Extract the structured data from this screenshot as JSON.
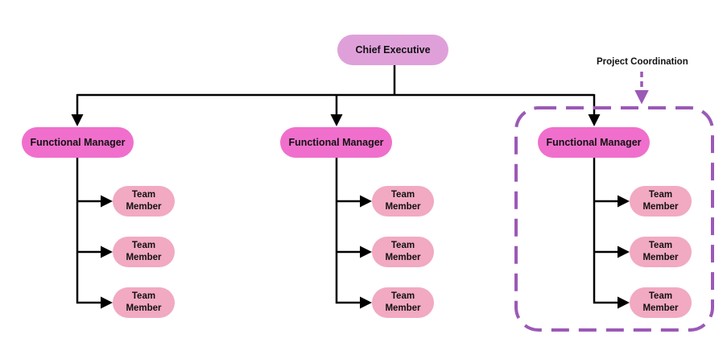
{
  "colors": {
    "ceo_fill": "#dfa0da",
    "manager_fill": "#f06fcc",
    "member_fill": "#f2a9c2",
    "connector": "#000000",
    "highlight_dash": "#9b59b6"
  },
  "ceo": {
    "label": "Chief Executive"
  },
  "managers": [
    {
      "label": "Functional Manager",
      "members": [
        {
          "line1": "Team",
          "line2": "Member"
        },
        {
          "line1": "Team",
          "line2": "Member"
        },
        {
          "line1": "Team",
          "line2": "Member"
        }
      ]
    },
    {
      "label": "Functional Manager",
      "members": [
        {
          "line1": "Team",
          "line2": "Member"
        },
        {
          "line1": "Team",
          "line2": "Member"
        },
        {
          "line1": "Team",
          "line2": "Member"
        }
      ]
    },
    {
      "label": "Functional Manager",
      "members": [
        {
          "line1": "Team",
          "line2": "Member"
        },
        {
          "line1": "Team",
          "line2": "Member"
        },
        {
          "line1": "Team",
          "line2": "Member"
        }
      ]
    }
  ],
  "highlight": {
    "label": "Project Coordination",
    "group_index": 2
  }
}
